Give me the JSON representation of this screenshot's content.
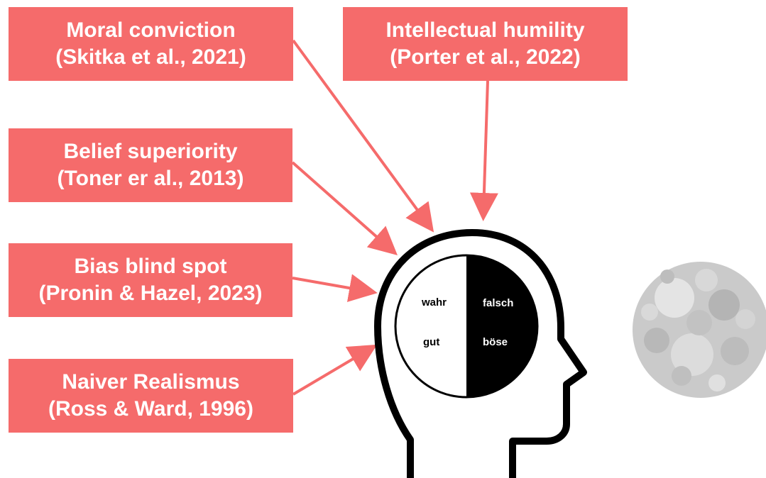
{
  "boxes": [
    {
      "line1": "Moral conviction",
      "line2": "(Skitka et al., 2021)"
    },
    {
      "line1": "Intellectual humility",
      "line2": "(Porter et al., 2022)"
    },
    {
      "line1": "Belief superiority",
      "line2": "(Toner er al., 2013)"
    },
    {
      "line1": "Bias blind spot",
      "line2": "(Pronin & Hazel, 2023)"
    },
    {
      "line1": "Naiver Realismus",
      "line2": "(Ross & Ward, 1996)"
    }
  ],
  "head_labels": {
    "wahr": "wahr",
    "gut": "gut",
    "falsch": "falsch",
    "boese": "böse"
  },
  "colors": {
    "box_fill": "#f56b6b",
    "arrow": "#f56b6b",
    "head_outline": "#000000",
    "texture_circle": "#c9c9c9"
  },
  "icons": {
    "head": "head-profile-icon",
    "texture": "textured-circle-icon"
  }
}
